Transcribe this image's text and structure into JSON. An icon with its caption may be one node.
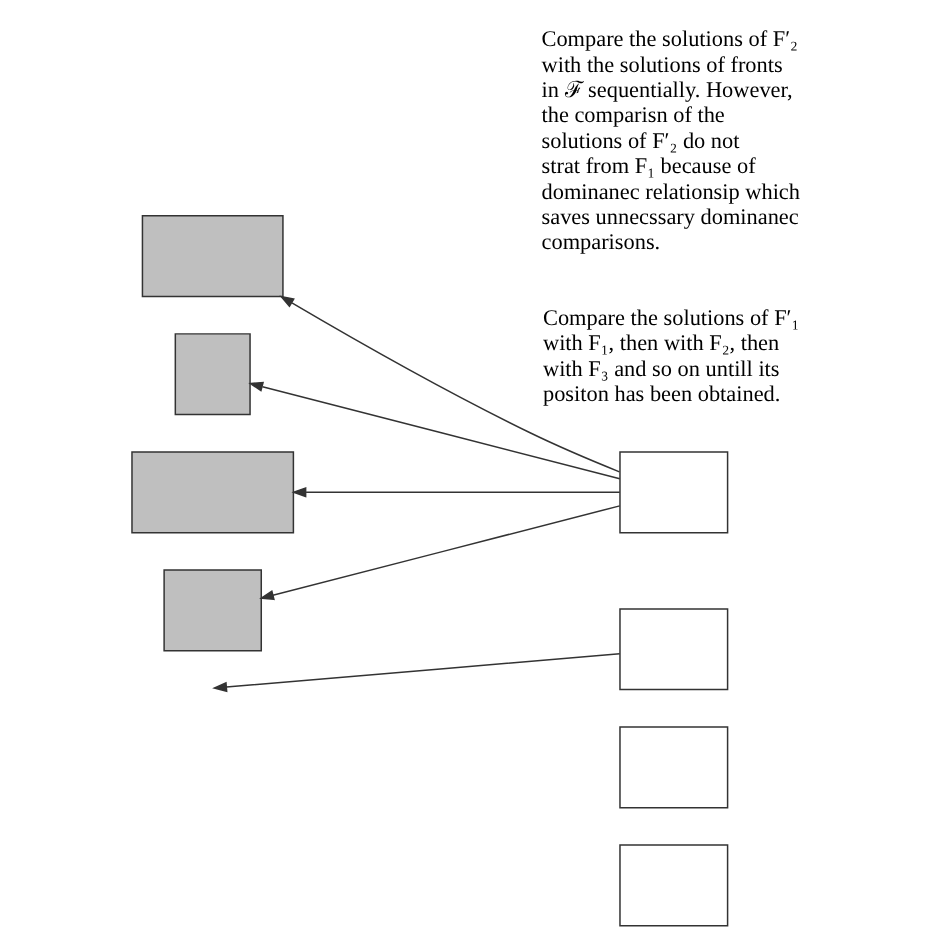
{
  "diagram": {
    "nodes": [
      {
        "text": [],
        "shape": "box"
      },
      {
        "text": [],
        "shape": "box"
      },
      {
        "text": [],
        "shape": "box"
      },
      {
        "text": [],
        "shape": "box"
      },
      {
        "text": [],
        "shape": "box"
      },
      {
        "text": [],
        "shape": "box"
      },
      {
        "text": [],
        "shape": "box"
      },
      {
        "text": [],
        "shape": "box"
      }
    ],
    "edges": [
      {
        "from": 1,
        "to": 0,
        "arrow": "to"
      },
      {
        "from": 1,
        "to": 2,
        "arrow": "to"
      },
      {
        "from": 1,
        "to": 4,
        "arrow": "to"
      },
      {
        "from": 1,
        "to": 6,
        "arrow": "to"
      },
      {
        "from": 3,
        "to": null,
        "arrow": "to"
      }
    ],
    "labels": [
      "Compare the solutions of F′₁ with F₁, then with F₂, then with F₃ and so on untill its positon has been obtained.",
      "Compare the solutions of F′₂ with the solutions of fronts in ℱ sequentially. However, the comparisn of the solutions of F′₂ do not strat from F₁ because of dominanec relationsip which saves unnecssary dominanec comparisons."
    ]
  }
}
